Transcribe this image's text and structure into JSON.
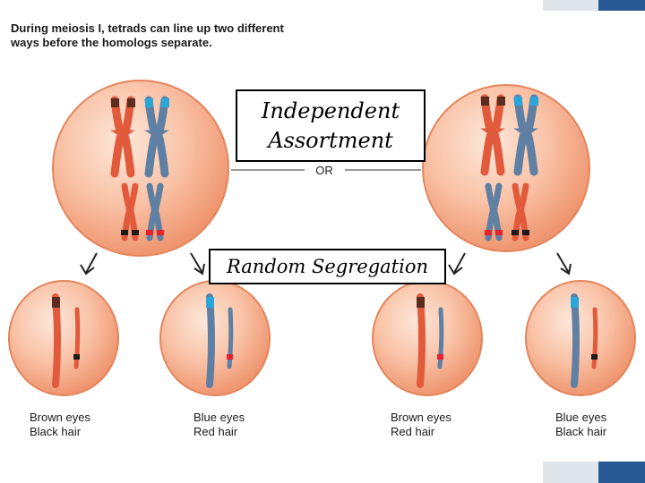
{
  "caption": "During meiosis I, tetrads can line up two different\nways before the homologs separate.",
  "label_independent": "Independent\nAssortment",
  "divider_or": "OR",
  "label_random": "Random Segregation",
  "cells": [
    {
      "line1": "Brown eyes",
      "line2": "Black hair"
    },
    {
      "line1": "Blue eyes",
      "line2": "Red hair"
    },
    {
      "line1": "Brown eyes",
      "line2": "Red hair"
    },
    {
      "line1": "Blue eyes",
      "line2": "Black hair"
    }
  ],
  "colors": {
    "accent_blue": "#2a5a94",
    "cell_orange": "#f5a07c",
    "chrom_red": "#e25a3c",
    "chrom_blue": "#5f7fa3",
    "brown_band": "#5a2d1f",
    "blue_band": "#2aa7d8",
    "red_band": "#e8212f",
    "black_band": "#1a1a1a"
  }
}
